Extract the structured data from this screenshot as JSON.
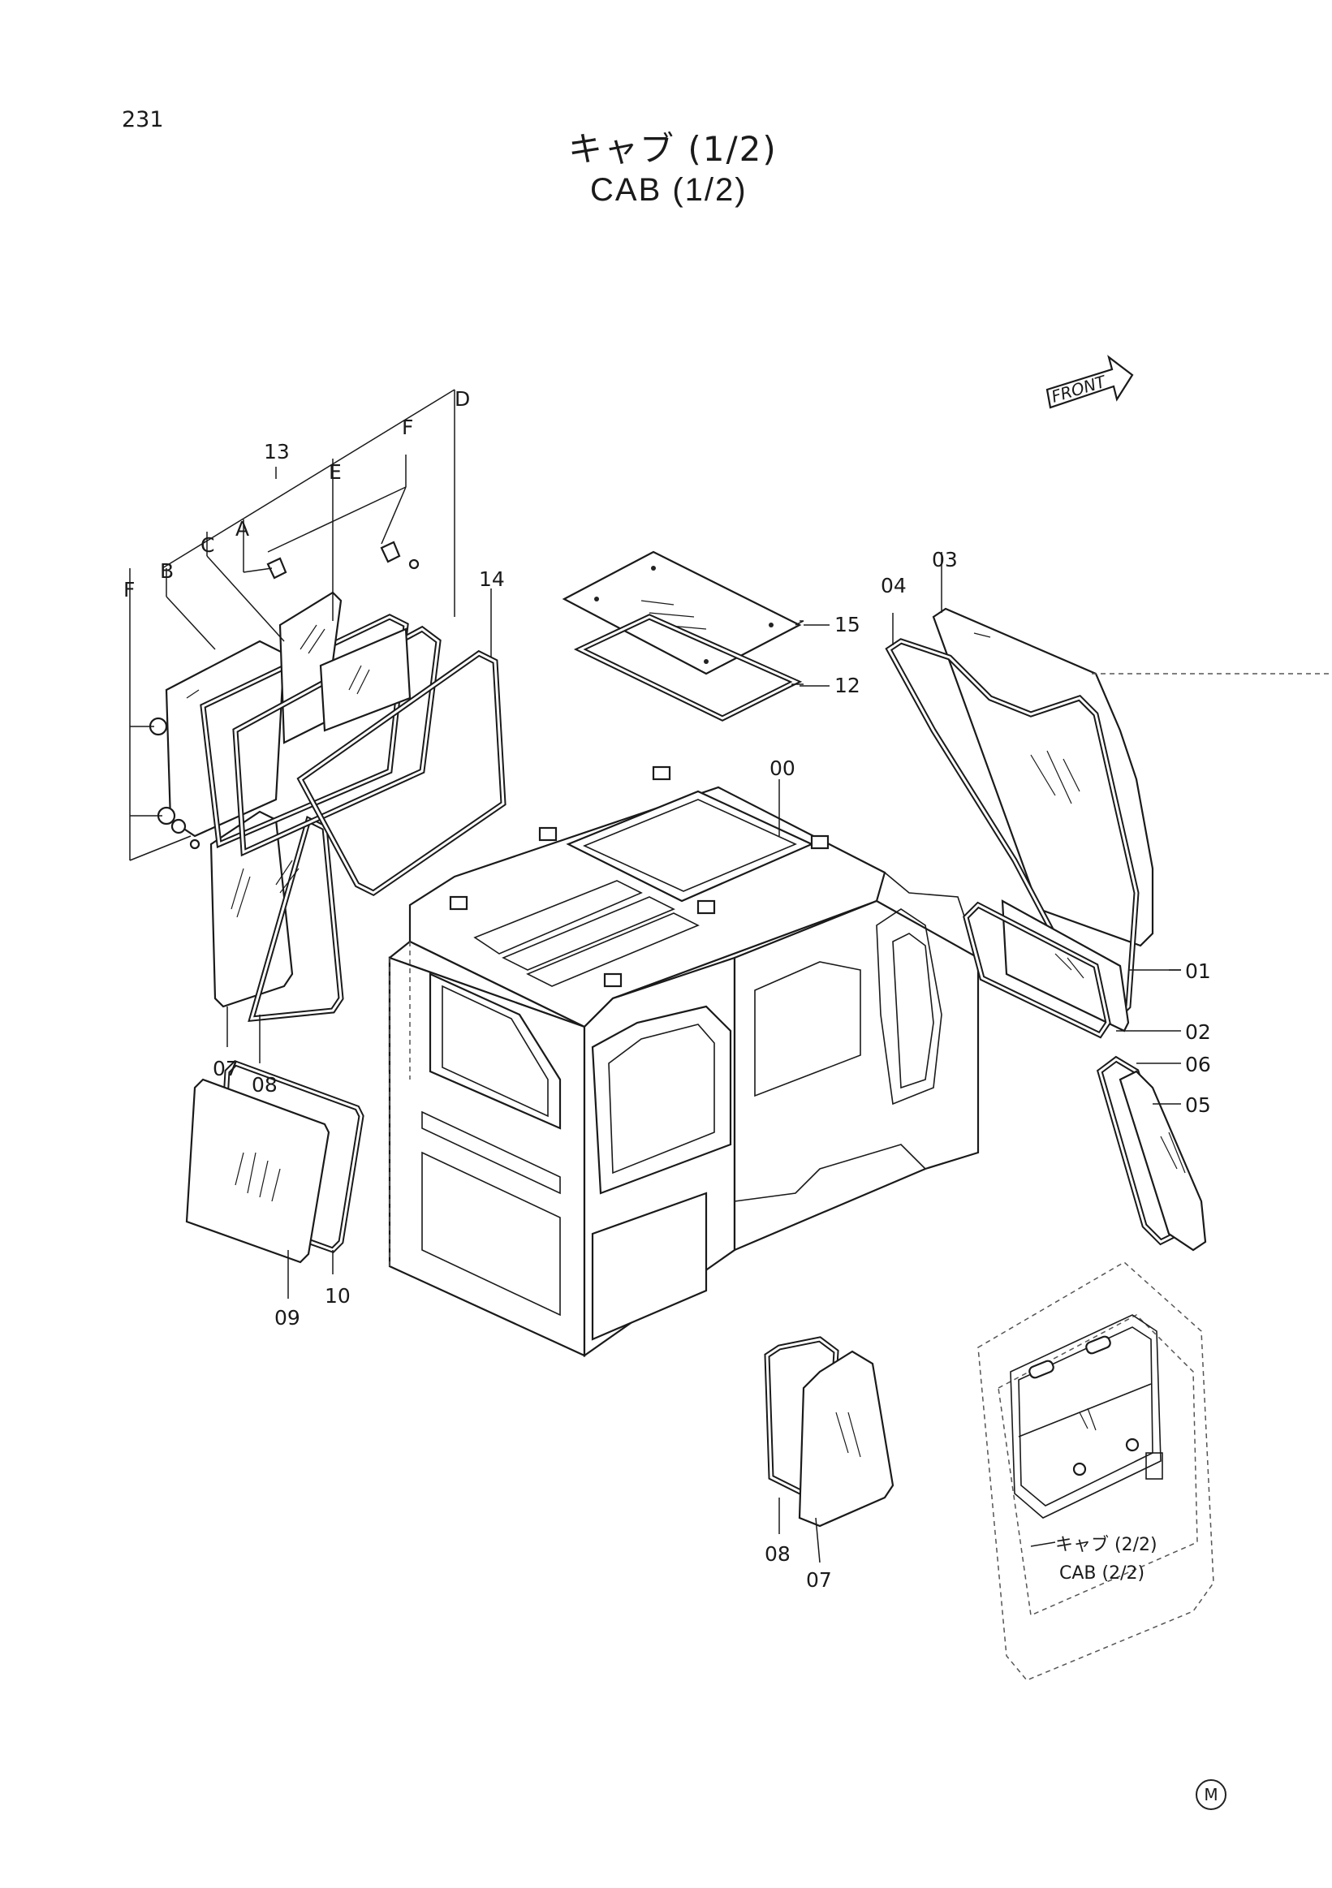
{
  "page_number": "231",
  "title": {
    "jp": "キャブ (1/2)",
    "en": "CAB (1/2)"
  },
  "orientation_label": "FRONT",
  "reference": {
    "jp": "キャブ (2/2)",
    "en": "CAB (2/2)"
  },
  "corner_mark": "M",
  "callouts": {
    "p00": "00",
    "p01": "01",
    "p02": "02",
    "p03": "03",
    "p04": "04",
    "p05": "05",
    "p06": "06",
    "p07a": "07",
    "p08a": "08",
    "p07b": "07",
    "p08b": "08",
    "p09": "09",
    "p10": "10",
    "p12": "12",
    "p13": "13",
    "p14": "14",
    "p15": "15"
  },
  "letters": {
    "A": "A",
    "B": "B",
    "C": "C",
    "D": "D",
    "E": "E",
    "F1": "F",
    "F2": "F"
  }
}
